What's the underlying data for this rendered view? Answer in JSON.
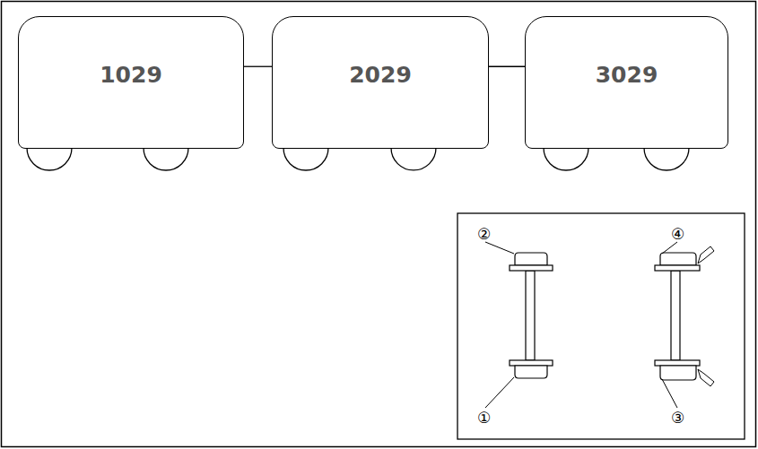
{
  "diagram": {
    "nodes": [
      {
        "text": [
          "1029"
        ]
      },
      {
        "text": [
          "2029"
        ]
      },
      {
        "text": [
          "3029"
        ]
      }
    ],
    "edges": [
      {
        "from": 0,
        "to": 1,
        "arrow": "none"
      },
      {
        "from": 1,
        "to": 2,
        "arrow": "none"
      }
    ],
    "labels": [
      "②",
      "④",
      "①",
      "③"
    ]
  }
}
